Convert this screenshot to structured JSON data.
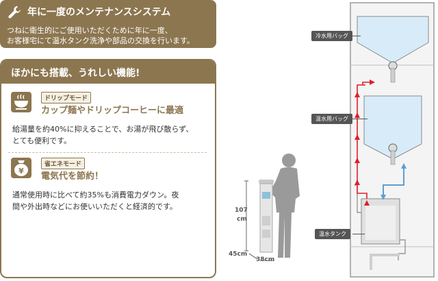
{
  "maintenance": {
    "title": "年に一度のメンテナンスシステム",
    "line1": "つねに衛生的にご使用いただくために年に一度、",
    "line2": "お客様宅にて温水タンク洗浄や部品の交換を行います。",
    "icon": "wrench-icon"
  },
  "features": {
    "header": "ほかにも搭載、うれしい機能!",
    "drip": {
      "badge": "ドリップモード",
      "title": "カップ麺やドリップコーヒーに最適",
      "desc1": "給湯量を約40%に抑えることで、お湯が飛び散らず、",
      "desc2": "とても便利です。",
      "icon": "cup-icon"
    },
    "eco": {
      "badge": "省エネモード",
      "title": "電気代を節約！",
      "desc1": "通常使用時に比べて約35%も消費電力ダウン。夜",
      "desc2": "間や外出時などにお使いいただくと経済的です。",
      "icon": "yen-purse-icon"
    }
  },
  "dimensions": {
    "height_value": "107",
    "height_unit": "cm",
    "depth": "45cm",
    "width": "38cm"
  },
  "diagram": {
    "cold_bag": "冷水用バッグ",
    "hot_bag": "温水用バッグ",
    "hot_tank": "温水タンク"
  },
  "colors": {
    "brand_brown": "#8c7650",
    "water_blue": "#d7ecf8",
    "flow_red": "#e01e2a"
  }
}
